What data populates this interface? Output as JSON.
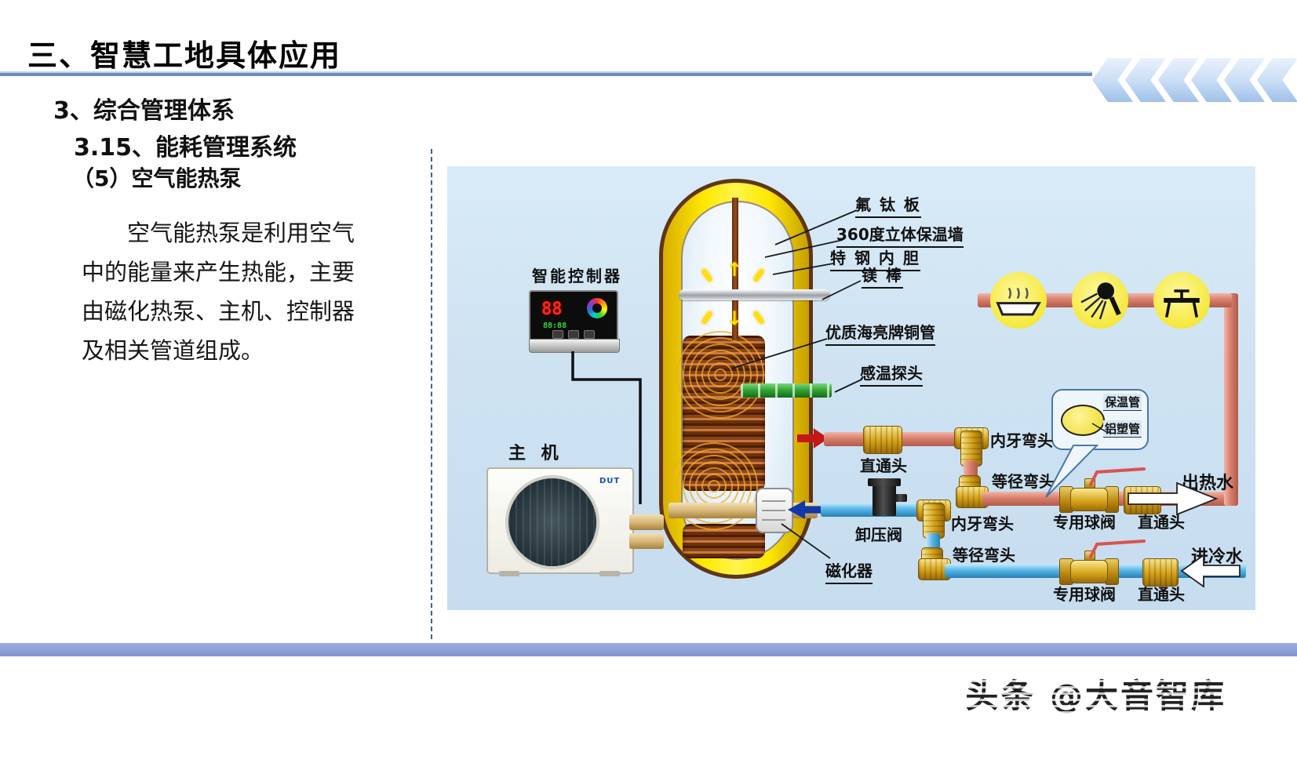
{
  "slide": {
    "title": "三、智慧工地具体应用",
    "section_heading": "3、综合管理体系",
    "subsection_heading": "3.15、能耗管理系统",
    "item_heading": "（5）空气能热泵",
    "paragraph_lines": [
      "空气能热泵是利用空气",
      "中的能量来产生热能，主要",
      "由磁化热泵、主机、控制器",
      "及相关管道组成。"
    ],
    "watermark": "头条 @大音智库"
  },
  "diagram": {
    "controller": {
      "label": "智能控制器",
      "display_main": "88",
      "display_sub": "88:88"
    },
    "host": {
      "label": "主 机",
      "logo": "DUT"
    },
    "tank_labels": {
      "fluorine_titanium_plate": "氟 钛 板",
      "wall_360": "360度立体保温墙",
      "steel_liner": "特 钢 内 胆",
      "magnesium_rod": "镁 棒",
      "copper_tube": "优质海亮牌铜管",
      "temperature_probe": "感温探头",
      "magnetizer": "磁化器"
    },
    "hot_line": {
      "straight_fitting_1": "直通头",
      "inner_thread_elbow": "内牙弯头",
      "equal_elbow": "等径弯头",
      "ball_valve": "专用球阀",
      "straight_fitting_2": "直通头",
      "outlet": "出热水"
    },
    "cold_line": {
      "relief_valve": "卸压阀",
      "inner_thread_elbow": "内牙弯头",
      "equal_elbow": "等径弯头",
      "ball_valve": "专用球阀",
      "straight_fitting": "直通头",
      "inlet": "进冷水"
    },
    "callout": {
      "line1": "保温管",
      "line2": "铝塑管"
    },
    "colors": {
      "panel_bg": "#cfe3f2",
      "tank_yellow": "#ffe800",
      "tank_border": "#5f3514",
      "hot_pipe": "#d97f6e",
      "cold_pipe": "#58b7e8",
      "green_pipe": "#2fa12f",
      "brass": "#d4a017",
      "circle_yellow": "#f5e93e",
      "footer_bar": "#8b9fd8",
      "chevron_fill": "#c7dcf5",
      "chevron_border": "#5a7fb0",
      "title_rule": "#6c8ebf"
    }
  }
}
